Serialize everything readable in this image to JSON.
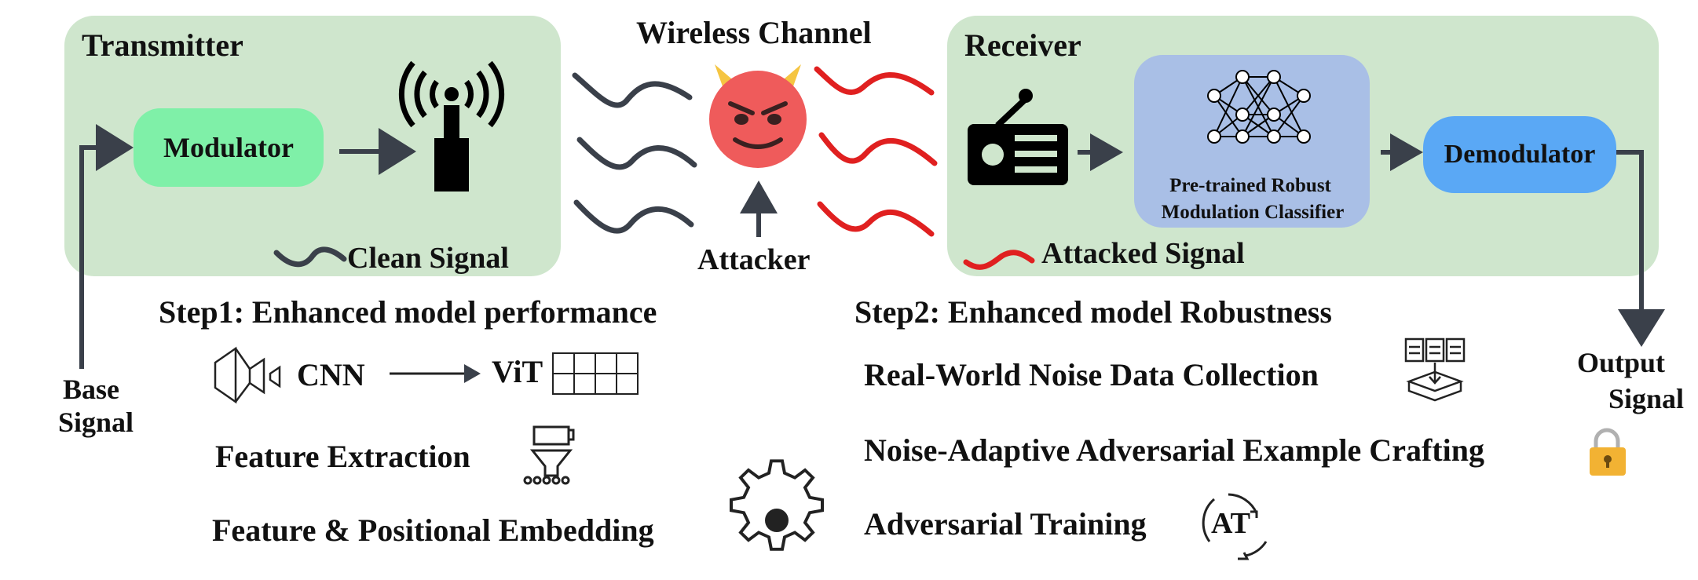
{
  "transmitter": {
    "title": "Transmitter",
    "modulator": "Modulator",
    "legend": "Clean Signal"
  },
  "channel": {
    "title": "Wireless Channel",
    "attacker": "Attacker"
  },
  "receiver": {
    "title": "Receiver",
    "classifier_line1": "Pre-trained Robust",
    "classifier_line2": "Modulation Classifier",
    "demodulator": "Demodulator",
    "legend": "Attacked Signal"
  },
  "io": {
    "base_line1": "Base",
    "base_line2": "Signal",
    "output_line1": "Output",
    "output_line2": "Signal"
  },
  "step1": {
    "title": "Step1: Enhanced model performance",
    "cnn": "CNN",
    "vit": "ViT",
    "items": [
      "Feature Extraction",
      "Feature & Positional Embedding"
    ]
  },
  "step2": {
    "title": "Step2: Enhanced model Robustness",
    "items": [
      "Real-World Noise Data Collection",
      "Noise-Adaptive Adversarial Example Crafting",
      "Adversarial Training"
    ],
    "at_label": "AT"
  },
  "colors": {
    "panel": "#cfe6cd",
    "modulator": "#7ff0a8",
    "classifier": "#a9bfe6",
    "demodulator": "#5aa8f5",
    "clean_signal": "#3a404a",
    "attacked_signal": "#e02020",
    "arrow": "#3a404a",
    "devil": "#ef5b5b",
    "horns": "#f5c542"
  },
  "icons": [
    "antenna-icon",
    "devil-icon",
    "radio-icon",
    "neural-network-icon",
    "cnn-icon",
    "vit-grid-icon",
    "feature-extraction-icon",
    "gear-icon",
    "data-collection-icon",
    "lock-icon",
    "cycle-icon"
  ]
}
